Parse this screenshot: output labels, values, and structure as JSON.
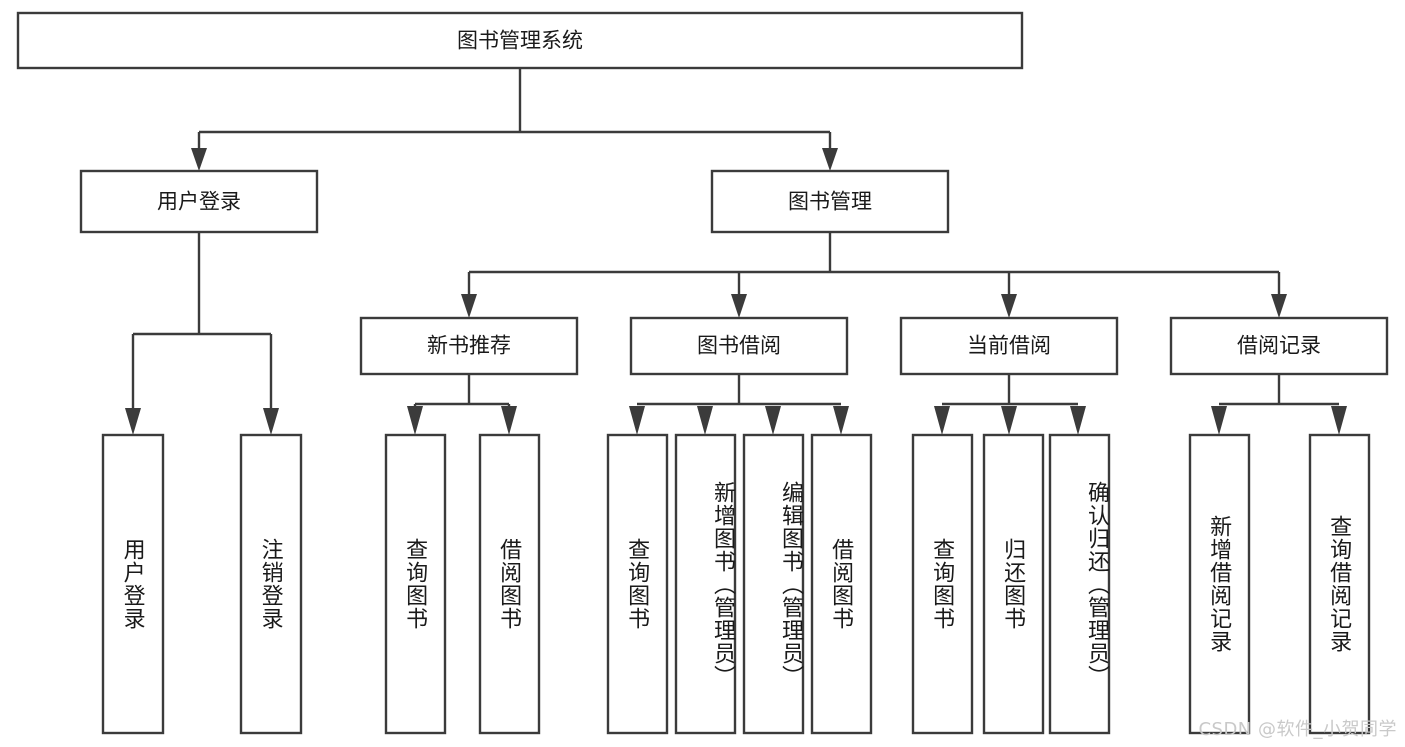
{
  "diagram": {
    "title": "图书管理系统",
    "type": "tree-hierarchy",
    "root": {
      "label": "图书管理系统"
    },
    "level2": [
      {
        "id": "user-login",
        "label": "用户登录"
      },
      {
        "id": "book-manage",
        "label": "图书管理"
      }
    ],
    "level3": [
      {
        "id": "new-book-recommend",
        "label": "新书推荐",
        "parent": "book-manage"
      },
      {
        "id": "book-borrow",
        "label": "图书借阅",
        "parent": "book-manage"
      },
      {
        "id": "current-borrow",
        "label": "当前借阅",
        "parent": "book-manage"
      },
      {
        "id": "borrow-record",
        "label": "借阅记录",
        "parent": "book-manage"
      }
    ],
    "leaves": [
      {
        "id": "leaf-user-login",
        "label": "用户登录",
        "parent": "user-login"
      },
      {
        "id": "leaf-user-logout",
        "label": "注销登录",
        "parent": "user-login"
      },
      {
        "id": "leaf-query-book-1",
        "label": "查询图书",
        "parent": "new-book-recommend"
      },
      {
        "id": "leaf-borrow-book-1",
        "label": "借阅图书",
        "parent": "new-book-recommend"
      },
      {
        "id": "leaf-query-book-2",
        "label": "查询图书",
        "parent": "book-borrow"
      },
      {
        "id": "leaf-add-book",
        "label": "新增图书（管理员）",
        "parent": "book-borrow"
      },
      {
        "id": "leaf-edit-book",
        "label": "编辑图书（管理员）",
        "parent": "book-borrow"
      },
      {
        "id": "leaf-borrow-book-2",
        "label": "借阅图书",
        "parent": "book-borrow"
      },
      {
        "id": "leaf-query-book-3",
        "label": "查询图书",
        "parent": "current-borrow"
      },
      {
        "id": "leaf-return-book",
        "label": "归还图书",
        "parent": "current-borrow"
      },
      {
        "id": "leaf-confirm-return",
        "label": "确认归还（管理员）",
        "parent": "current-borrow"
      },
      {
        "id": "leaf-add-record",
        "label": "新增借阅记录",
        "parent": "borrow-record"
      },
      {
        "id": "leaf-query-record",
        "label": "查询借阅记录",
        "parent": "borrow-record"
      }
    ],
    "colors": {
      "stroke": "#3b3b3b",
      "fill": "#ffffff",
      "text": "#1a1a1a",
      "watermark": "#c9c9c9",
      "background": "#ffffff"
    }
  },
  "watermark": {
    "text": "CSDN @软件_小贺同学"
  }
}
